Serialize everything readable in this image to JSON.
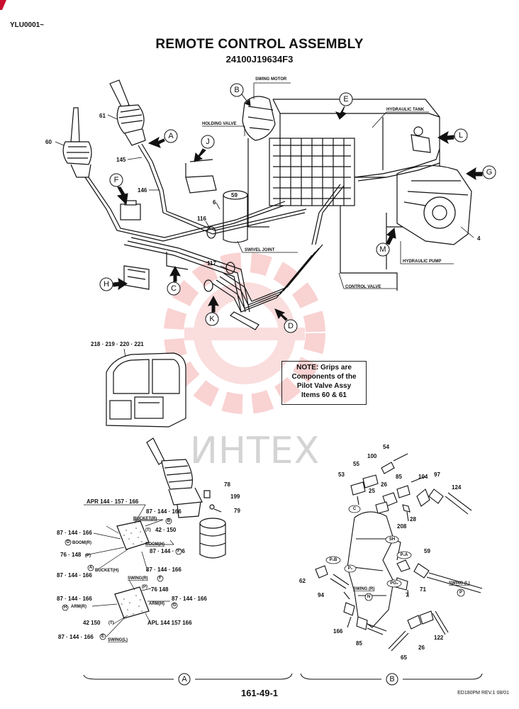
{
  "header": {
    "model_code": "YLU0001~",
    "title": "REMOTE CONTROL ASSEMBLY",
    "part_number": "24100J19634F3"
  },
  "components": {
    "swing_motor": "SWING MOTOR",
    "hydraulic_tank": "HYDRAULIC TANK",
    "holding_valve": "HOLDING VALVE",
    "swivel_joint": "SWIVEL JOINT",
    "control_valve": "CONTROL VALVE",
    "hydraulic_pump": "HYDRAULIC PUMP"
  },
  "item_numbers": {
    "n60": "60",
    "n61": "61",
    "n145": "145",
    "n146": "146",
    "n6": "6",
    "n59": "59",
    "n116": "116",
    "n117": "117",
    "n4": "4",
    "cab_items": "218 · 219 · 220 · 221"
  },
  "callouts": [
    "A",
    "B",
    "C",
    "D",
    "E",
    "F",
    "G",
    "H",
    "J",
    "K",
    "L",
    "M"
  ],
  "note": {
    "line1": "NOTE:  Grips are",
    "line2": "Components of the",
    "line3": "Pilot Valve Assy",
    "line4": "Items 60 & 61"
  },
  "watermark": "ИНТЕХ",
  "detail_a": {
    "apr": "APR 144 · 157 · 166",
    "apl": "APL 144  157  166",
    "bucket_r": "BUCKET(R)",
    "bucket_h": "BUCKET(H)",
    "boom_r": "BOOM(R)",
    "boom_h": "BOOM(H)",
    "swing_r": "SWING(R)",
    "swing_l": "SWING(L)",
    "arm_r": "ARM(R)",
    "arm_h": "ARM(H)",
    "p": "(P)",
    "t": "(T)",
    "c87": "87 · 144 · 166",
    "c42": "42 · 150",
    "c42b": "42  150",
    "c76": "76 · 148",
    "c76b": "76  148",
    "n78": "78",
    "n199": "199",
    "n79": "79",
    "letter_b": "B",
    "letter_d": "D",
    "letter_f": "F",
    "letter_h": "H",
    "letter_g": "G",
    "letter_e": "E",
    "letter_a": "A",
    "section_letter": "A"
  },
  "detail_b": {
    "n54": "54",
    "n100": "100",
    "n53": "53",
    "n55": "55",
    "n85": "85",
    "n104": "104",
    "n97": "97",
    "n26": "26",
    "n25": "25",
    "n124": "124",
    "n28": "28",
    "n208": "208",
    "n59": "59",
    "n62": "62",
    "n94": "94",
    "n7": "7",
    "n71": "71",
    "n166": "166",
    "n122": "122",
    "n65": "65",
    "n85b": "85",
    "n26b": "26",
    "port_c": "C",
    "port_sh": "SH",
    "port_pa": "P₁A",
    "port_pb": "P₁B",
    "port_p1": "P₁",
    "port_pg": "PG₂",
    "swing_r": "SWING (R)",
    "swing_l": "SWING (L)",
    "letter_n": "N",
    "letter_p": "P",
    "section_letter": "B"
  },
  "footer": {
    "page_number": "161-49-1",
    "revision": "ED180PM REV.1 08/01"
  }
}
